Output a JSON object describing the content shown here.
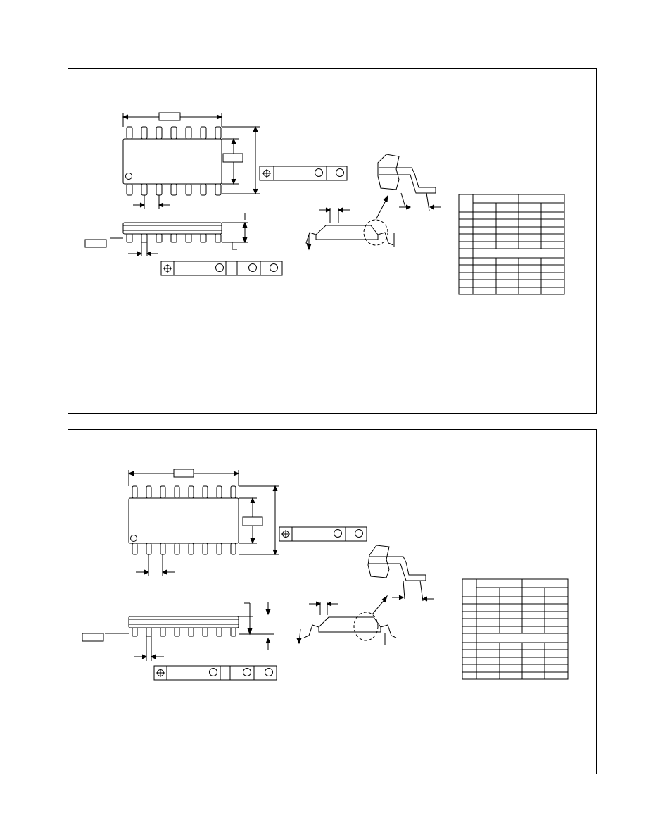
{
  "page": {
    "background": "#ffffff",
    "line_color": "#000000"
  },
  "panels": [
    {
      "id": "outline-1",
      "pins_per_side": 7,
      "dimension_table": {
        "header_rows": 2,
        "body_rows": 11,
        "columns": 5
      }
    },
    {
      "id": "outline-2",
      "pins_per_side": 8,
      "dimension_table": {
        "header_rows": 2,
        "body_rows": 11,
        "columns": 5
      }
    }
  ]
}
